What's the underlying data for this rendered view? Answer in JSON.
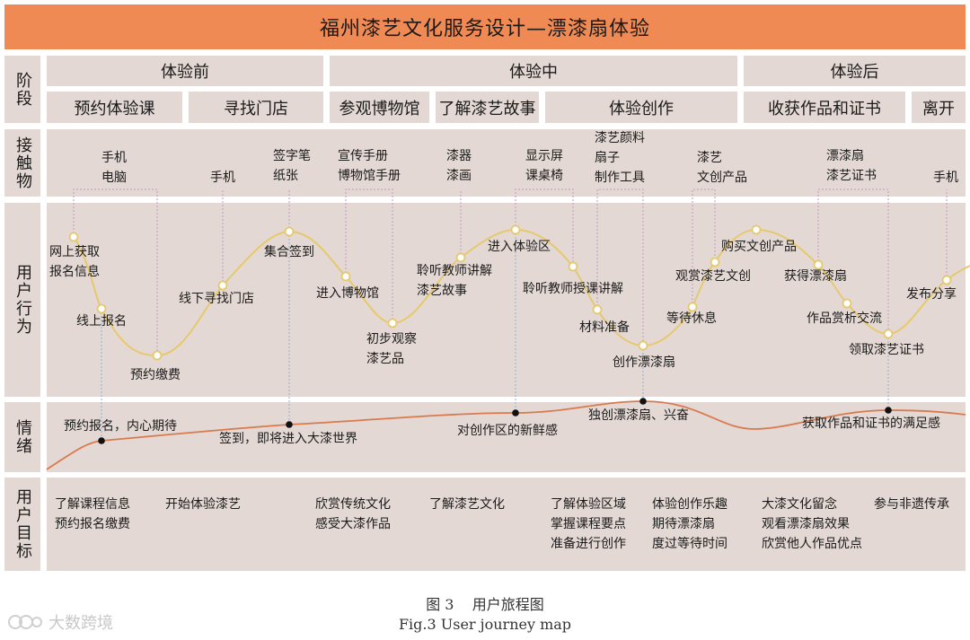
{
  "title": "福州漆艺文化服务设计—漂漆扇体验",
  "row_labels": {
    "stage": "阶段",
    "touchpoints": "接触物",
    "behavior": "用户行为",
    "emotion": "情绪",
    "goals": "用户目标"
  },
  "stages": [
    {
      "label": "体验前"
    },
    {
      "label": "体验中"
    },
    {
      "label": "体验后"
    }
  ],
  "substages": [
    {
      "label": "预约体验课"
    },
    {
      "label": "寻找门店"
    },
    {
      "label": "参观博物馆"
    },
    {
      "label": "了解漆艺故事"
    },
    {
      "label": "体验创作"
    },
    {
      "label": "收获作品和证书"
    },
    {
      "label": "离开"
    }
  ],
  "touchpoints": [
    {
      "text": "手机\n电脑"
    },
    {
      "text": "手机"
    },
    {
      "text": "签字笔\n纸张"
    },
    {
      "text": "宣传手册\n博物馆手册"
    },
    {
      "text": "漆器\n漆画"
    },
    {
      "text": "显示屏\n课桌椅"
    },
    {
      "text": "漆艺颜料\n扇子\n制作工具"
    },
    {
      "text": "漆艺\n文创产品"
    },
    {
      "text": "漂漆扇\n漆艺证书"
    },
    {
      "text": "手机"
    }
  ],
  "behaviors": [
    {
      "text": "网上获取\n报名信息"
    },
    {
      "text": "线上报名"
    },
    {
      "text": "预约缴费"
    },
    {
      "text": "线下寻找门店"
    },
    {
      "text": "集合签到"
    },
    {
      "text": "进入博物馆"
    },
    {
      "text": "初步观察\n漆艺品"
    },
    {
      "text": "聆听教师讲解\n漆艺故事"
    },
    {
      "text": "进入体验区"
    },
    {
      "text": "聆听教师授课讲解"
    },
    {
      "text": "材料准备"
    },
    {
      "text": "创作漂漆扇"
    },
    {
      "text": "等待休息"
    },
    {
      "text": "观赏漆艺文创"
    },
    {
      "text": "购买文创产品"
    },
    {
      "text": "获得漂漆扇"
    },
    {
      "text": "作品赏析交流"
    },
    {
      "text": "领取漆艺证书"
    },
    {
      "text": "发布分享"
    }
  ],
  "emotions": [
    {
      "text": "预约报名，内心期待"
    },
    {
      "text": "签到，即将进入大漆世界"
    },
    {
      "text": "对创作区的新鲜感"
    },
    {
      "text": "独创漂漆扇、兴奋"
    },
    {
      "text": "获取作品和证书的满足感"
    }
  ],
  "goals": [
    {
      "text": "了解课程信息\n预约报名缴费"
    },
    {
      "text": "开始体验漆艺"
    },
    {
      "text": "欣赏传统文化\n感受大漆作品"
    },
    {
      "text": "了解漆艺文化"
    },
    {
      "text": "了解体验区域\n掌握课程要点\n准备进行创作"
    },
    {
      "text": "体验创作乐趣\n期待漂漆扇\n度过等待时间"
    },
    {
      "text": "大漆文化留念\n观看漂漆扇效果\n欣赏他人作品优点"
    },
    {
      "text": "参与非遗传承"
    }
  ],
  "caption": {
    "cn": "图 3    用户旅程图",
    "en": "Fig.3 User journey map"
  },
  "watermark": "大数跨境",
  "colors": {
    "title_bg": "#ef8a55",
    "band_bg": "#e3d8d3",
    "behavior_curve": "#e6c96e",
    "emotion_curve": "#d97a4e",
    "connector": "#c9a6c4",
    "drop_line": "#8ab0d8"
  }
}
